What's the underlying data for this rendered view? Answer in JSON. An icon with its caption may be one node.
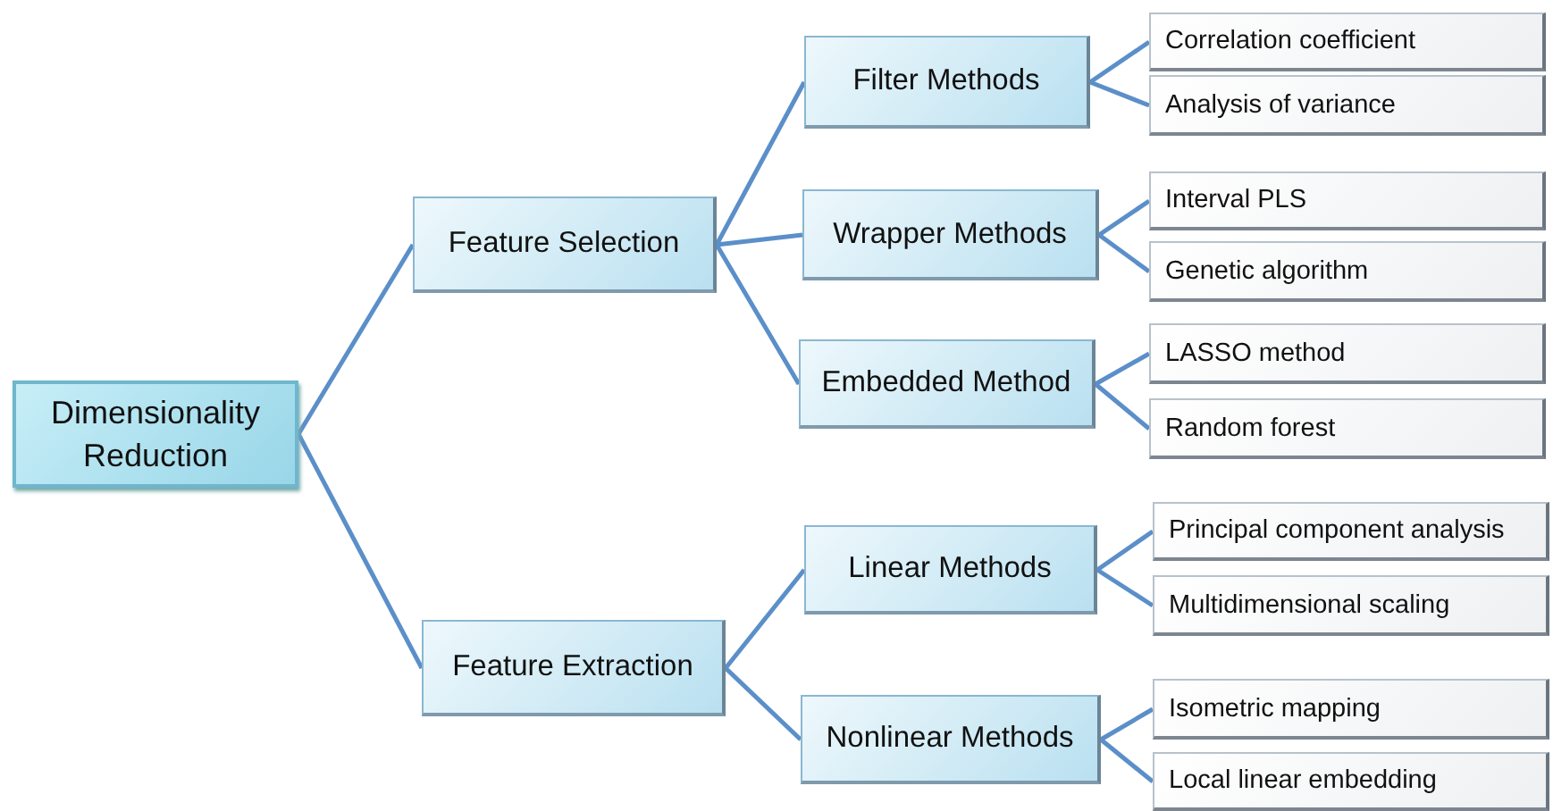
{
  "diagram": {
    "nodes": [
      {
        "text": [
          "Dimensionality Reduction"
        ]
      },
      {
        "text": [
          "Feature Selection"
        ]
      },
      {
        "text": [
          "Filter Methods"
        ]
      },
      {
        "text": [
          "Correlation coefficient"
        ]
      },
      {
        "text": [
          "Analysis of variance"
        ]
      },
      {
        "text": [
          "Wrapper Methods"
        ]
      },
      {
        "text": [
          "Interval PLS"
        ]
      },
      {
        "text": [
          "Genetic algorithm"
        ]
      },
      {
        "text": [
          "Embedded Method"
        ]
      },
      {
        "text": [
          "LASSO method"
        ]
      },
      {
        "text": [
          "Random forest"
        ]
      },
      {
        "text": [
          "Feature Extraction"
        ]
      },
      {
        "text": [
          "Linear Methods"
        ]
      },
      {
        "text": [
          "Principal component analysis"
        ]
      },
      {
        "text": [
          "Multidimensional scaling"
        ]
      },
      {
        "text": [
          "Nonlinear Methods"
        ]
      },
      {
        "text": [
          "Isometric mapping"
        ]
      },
      {
        "text": [
          "Local linear embedding"
        ]
      }
    ],
    "edges": [
      {
        "from": 0,
        "to": 1,
        "arrow": "none"
      },
      {
        "from": 0,
        "to": 11,
        "arrow": "none"
      },
      {
        "from": 1,
        "to": 2,
        "arrow": "none"
      },
      {
        "from": 1,
        "to": 5,
        "arrow": "none"
      },
      {
        "from": 1,
        "to": 8,
        "arrow": "none"
      },
      {
        "from": 2,
        "to": 3,
        "arrow": "none"
      },
      {
        "from": 2,
        "to": 4,
        "arrow": "none"
      },
      {
        "from": 5,
        "to": 6,
        "arrow": "none"
      },
      {
        "from": 5,
        "to": 7,
        "arrow": "none"
      },
      {
        "from": 8,
        "to": 9,
        "arrow": "none"
      },
      {
        "from": 8,
        "to": 10,
        "arrow": "none"
      },
      {
        "from": 11,
        "to": 12,
        "arrow": "none"
      },
      {
        "from": 11,
        "to": 15,
        "arrow": "none"
      },
      {
        "from": 12,
        "to": 13,
        "arrow": "none"
      },
      {
        "from": 12,
        "to": 14,
        "arrow": "none"
      },
      {
        "from": 15,
        "to": 16,
        "arrow": "none"
      },
      {
        "from": 15,
        "to": 17,
        "arrow": "none"
      }
    ]
  }
}
